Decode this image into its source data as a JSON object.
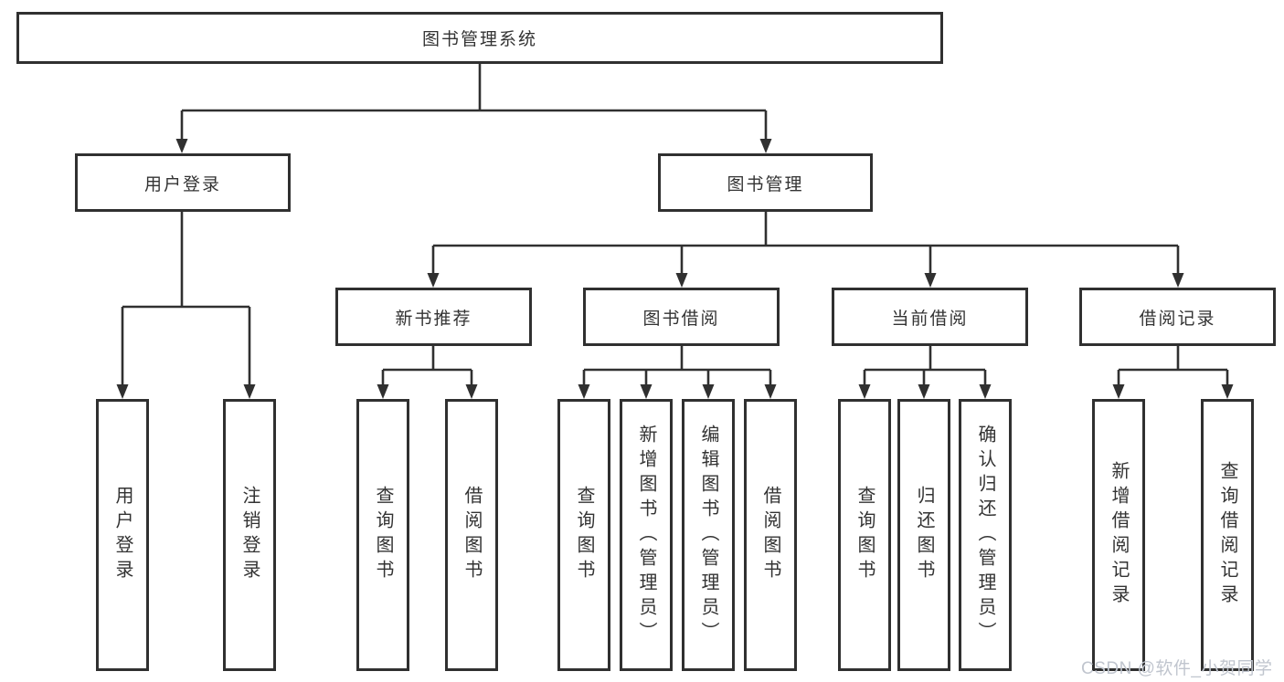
{
  "tree": {
    "root": {
      "label": "图书管理系统"
    },
    "children": [
      {
        "label": "用户登录",
        "children": [
          {
            "label": "用户登录"
          },
          {
            "label": "注销登录"
          }
        ]
      },
      {
        "label": "图书管理",
        "children": [
          {
            "label": "新书推荐",
            "children": [
              {
                "label": "查询图书"
              },
              {
                "label": "借阅图书"
              }
            ]
          },
          {
            "label": "图书借阅",
            "children": [
              {
                "label": "查询图书"
              },
              {
                "label": "新增图书（管理员）"
              },
              {
                "label": "编辑图书（管理员）"
              },
              {
                "label": "借阅图书"
              }
            ]
          },
          {
            "label": "当前借阅",
            "children": [
              {
                "label": "查询图书"
              },
              {
                "label": "归还图书"
              },
              {
                "label": "确认归还（管理员）"
              }
            ]
          },
          {
            "label": "借阅记录",
            "children": [
              {
                "label": "新增借阅记录"
              },
              {
                "label": "查询借阅记录"
              }
            ]
          }
        ]
      }
    ]
  },
  "watermark": {
    "text": "CSDN @软件_小贺同学"
  },
  "colors": {
    "line": "#303030",
    "text": "#333333",
    "background": "#ffffff",
    "watermark": "#c0c5ce"
  }
}
